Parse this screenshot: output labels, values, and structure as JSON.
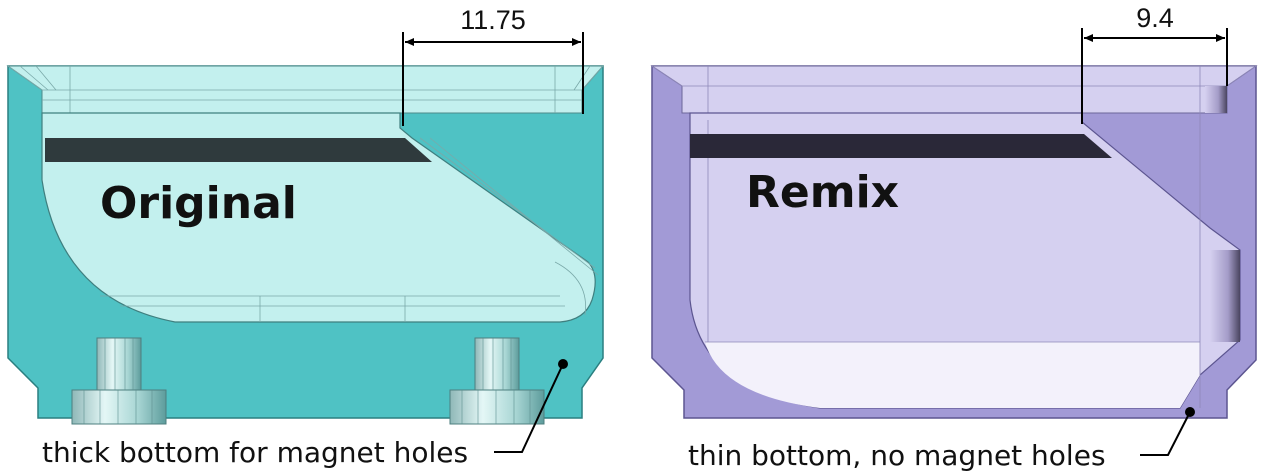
{
  "left_panel": {
    "label": "Original",
    "dimension": "11.75",
    "callout": "thick bottom for magnet holes",
    "body_color": "#4fc2c4",
    "cavity_color": "#c3f0ee",
    "slot_color": "#2f3a3d"
  },
  "right_panel": {
    "label": "Remix",
    "dimension": "9.4",
    "callout": "thin bottom, no magnet holes",
    "body_color": "#a29ad6",
    "cavity_color": "#d5d0f0",
    "slot_color": "#2a2838"
  }
}
